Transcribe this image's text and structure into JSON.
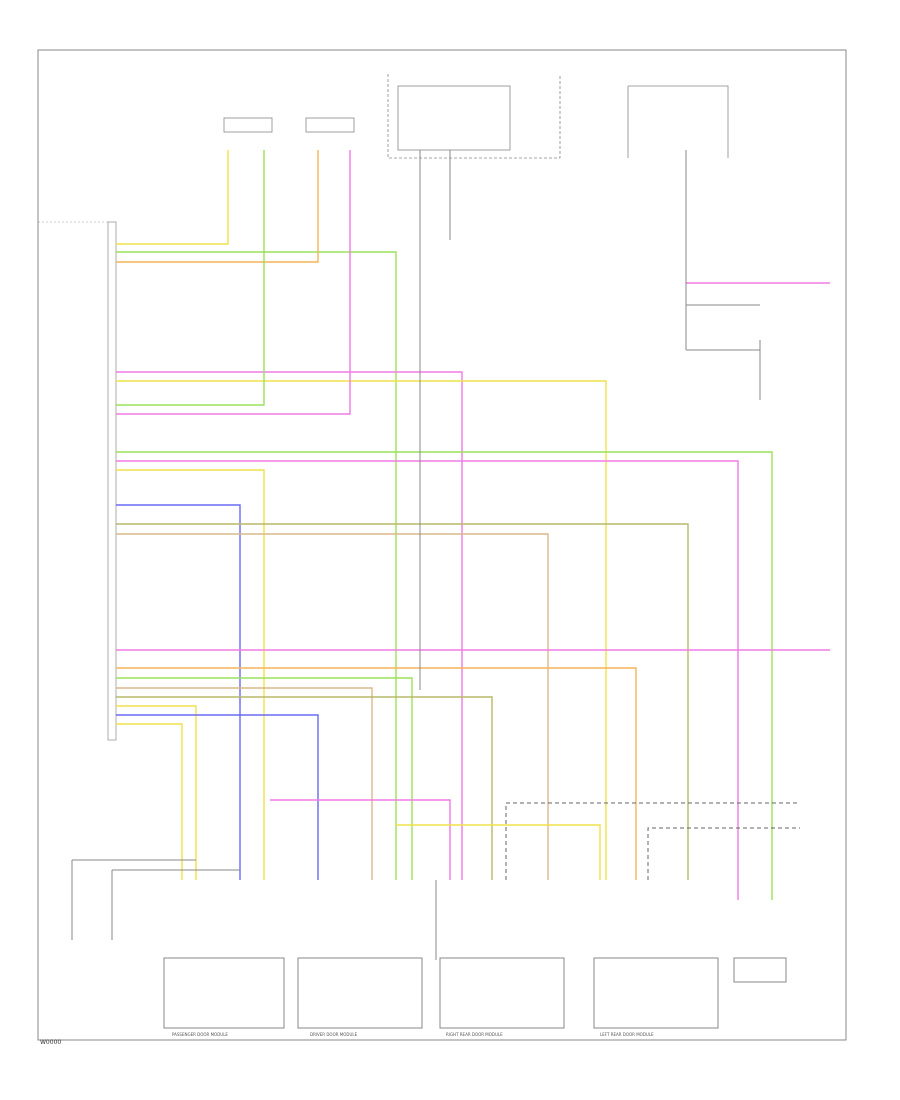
{
  "diagram": {
    "footer_code": "W0000",
    "colors": {
      "yellow": "#f0e14a",
      "green": "#9be05a",
      "orange": "#f5b35a",
      "pink": "#f07ae6",
      "blue": "#6a6af5",
      "olive": "#b8b86a",
      "tan": "#d8b98a",
      "gray": "#8a8a8a",
      "dark": "#555555"
    },
    "modules": [
      {
        "id": "passenger-door",
        "label": "PASSENGER DOOR MODULE"
      },
      {
        "id": "driver-door",
        "label": "DRIVER DOOR MODULE"
      },
      {
        "id": "right-rear-door",
        "label": "RIGHT REAR DOOR MODULE"
      },
      {
        "id": "left-rear-door",
        "label": "LEFT REAR DOOR MODULE"
      }
    ]
  }
}
